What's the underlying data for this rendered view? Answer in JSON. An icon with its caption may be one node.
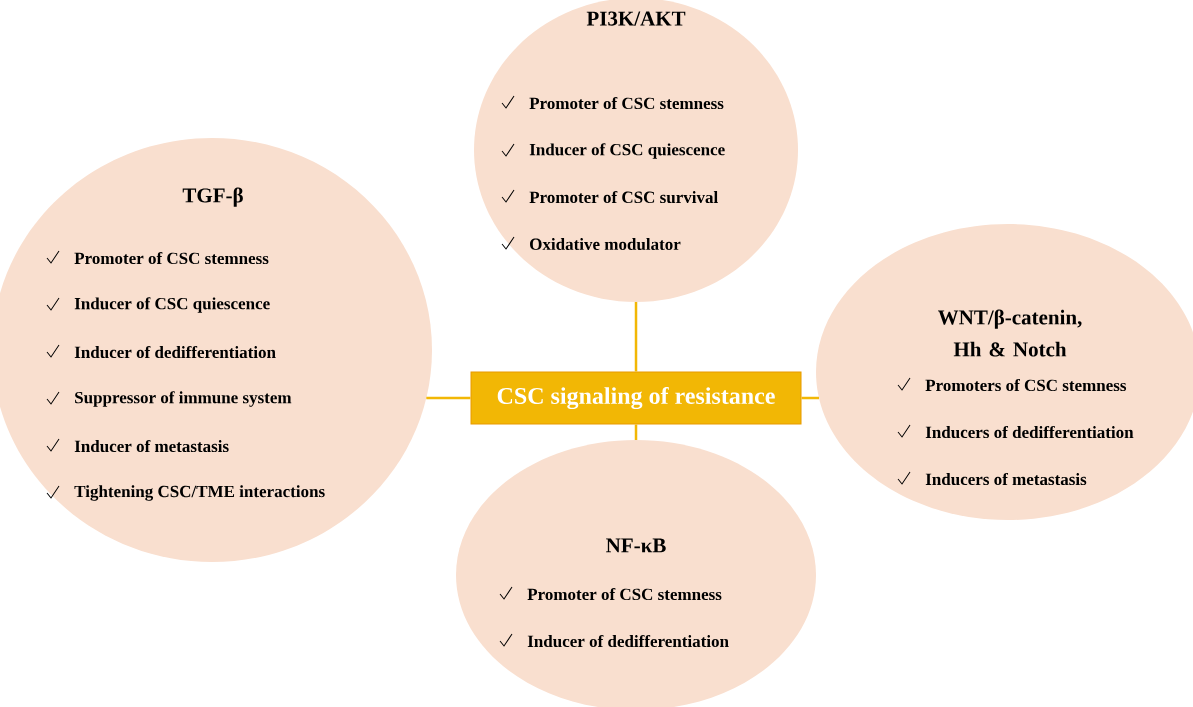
{
  "diagram": {
    "nodes": [
      {
        "text": [
          "CSC signaling of resistance"
        ]
      },
      {
        "text": [
          "PI3K/AKT",
          "Promoter of CSC stemness",
          "Inducer of CSC quiescence",
          "Promoter of CSC survival",
          "Oxidative modulator"
        ]
      },
      {
        "text": [
          "TGF-β",
          "Promoter of CSC stemness",
          "Inducer of CSC quiescence",
          "Inducer of dedifferentiation",
          "Suppressor of immune system",
          "Inducer of metastasis",
          "Tightening CSC/TME interactions"
        ]
      },
      {
        "text": [
          "WNT/β-catenin, Hh & Notch",
          "Promoters of CSC stemness",
          "Inducers of dedifferentiation",
          "Inducers of metastasis"
        ]
      },
      {
        "text": [
          "NF-κB",
          "Promoter of CSC stemness",
          "Inducer of dedifferentiation"
        ]
      }
    ],
    "edges": [
      {
        "from": 0,
        "to": 1,
        "arrow": "none"
      },
      {
        "from": 0,
        "to": 2,
        "arrow": "none"
      },
      {
        "from": 0,
        "to": 3,
        "arrow": "none"
      },
      {
        "from": 0,
        "to": 4,
        "arrow": "none"
      }
    ]
  }
}
